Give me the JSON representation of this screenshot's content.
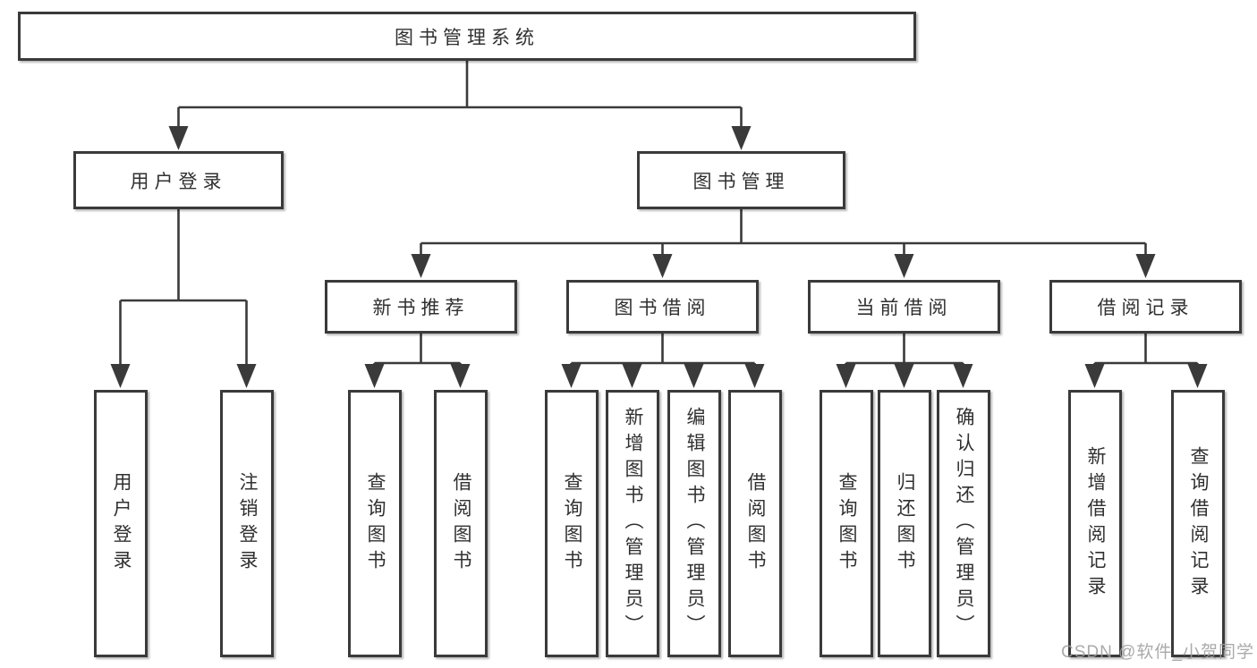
{
  "diagram": {
    "title": "图书管理系统",
    "nodes": {
      "root": "图书管理系统",
      "user_login": "用户登录",
      "book_mgmt": "图书管理",
      "new_book_rec": "新书推荐",
      "book_borrow": "图书借阅",
      "current_borrow": "当前借阅",
      "borrow_record": "借阅记录",
      "ul_user_login": "用户登录",
      "ul_logout": "注销登录",
      "nb_query_book": "查询图书",
      "nb_borrow_book": "借阅图书",
      "bb_query_book": "查询图书",
      "bb_add_book": "新增图书（管理员）",
      "bb_edit_book": "编辑图书（管理员）",
      "bb_borrow_book": "借阅图书",
      "cb_query_book": "查询图书",
      "cb_return_book": "归还图书",
      "cb_confirm_return": "确认归还（管理员）",
      "br_add_record": "新增借阅记录",
      "br_query_record": "查询借阅记录"
    },
    "colors": {
      "line": "#3a3a3a",
      "text": "#303030",
      "background": "#ffffff",
      "watermark": "#9e9e9e"
    }
  },
  "watermark": "CSDN @软件_小贺同学"
}
